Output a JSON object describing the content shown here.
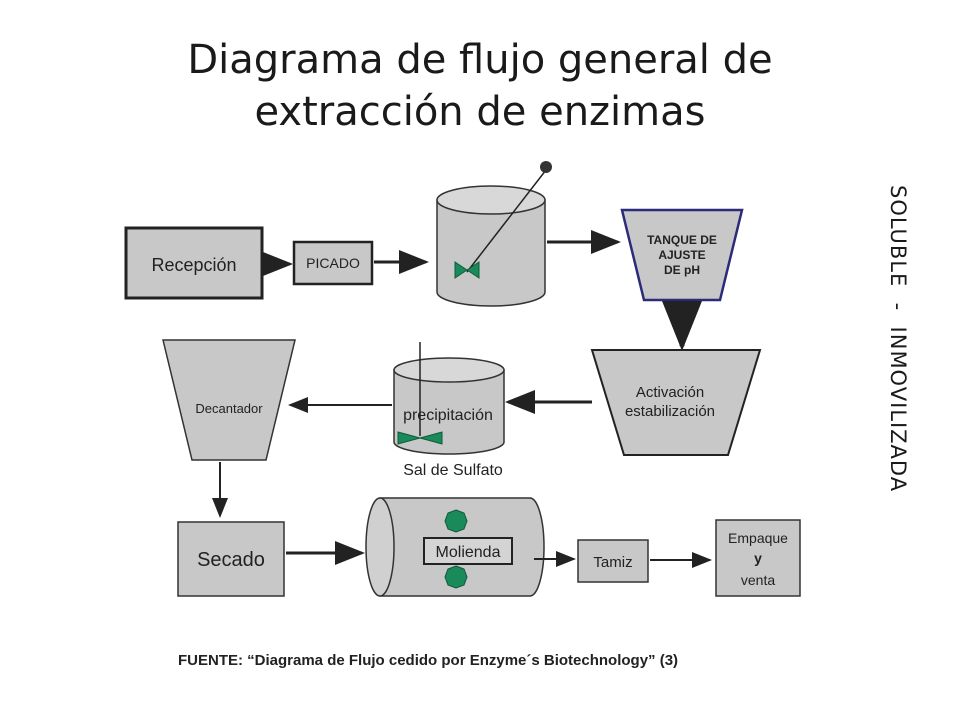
{
  "title": {
    "line1": "Diagrama de flujo general de",
    "line2": "extracción de enzimas"
  },
  "side_label": "SOLUBLE  -  INMOVILIZADA",
  "nodes": {
    "recepcion": "Recepción",
    "picado": "PICADO",
    "tanque_line1": "TANQUE DE",
    "tanque_line2": "AJUSTE",
    "tanque_line3": "DE  pH",
    "activacion_line1": "Activación",
    "activacion_line2": "estabilización",
    "precipitacion": "precipitación",
    "sal_sulfato": "Sal de Sulfato",
    "decantador": "Decantador",
    "secado": "Secado",
    "molienda": "Molienda",
    "tamiz": "Tamiz",
    "empaque_line1": "Empaque",
    "empaque_line2": "y",
    "empaque_line3": "venta"
  },
  "source": "FUENTE: “Diagrama de Flujo cedido por Enzyme´s Biotechnology” (3)",
  "colors": {
    "box_fill": "#c8c8c8",
    "agitator": "#1a8a5a",
    "tank_outline": "#2b2b7a"
  }
}
